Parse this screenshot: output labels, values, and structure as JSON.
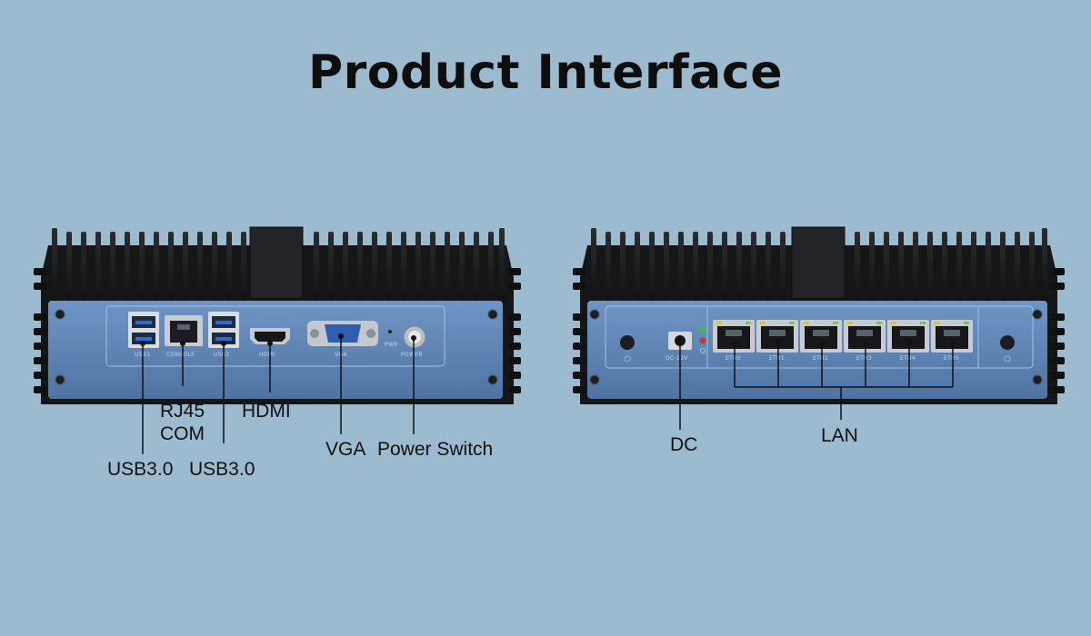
{
  "title": "Product Interface",
  "front": {
    "silkscreen": [
      "USB1",
      "CONSOLE",
      "USB2",
      "HDMI",
      "VGA",
      "PWR",
      "POWER"
    ],
    "labels": {
      "usb_a": "USB3.0",
      "rj45_line1": "RJ45",
      "rj45_line2": "COM",
      "usb_b": "USB3.0",
      "hdmi": "HDMI",
      "vga": "VGA",
      "power": "Power Switch"
    }
  },
  "back": {
    "silkscreen": [
      "DC-12V",
      "ETH0",
      "ETH1",
      "ETH2",
      "ETH3",
      "ETH4",
      "ETH5"
    ],
    "labels": {
      "dc": "DC",
      "lan": "LAN"
    }
  },
  "colors": {
    "background": "#9dbbcf",
    "panel": "#5f86b8",
    "heatsink": "#1c1d1f",
    "led_green": "#3fbf3f",
    "led_red": "#c23b30",
    "port_led_yellow": "#d9c24a"
  }
}
